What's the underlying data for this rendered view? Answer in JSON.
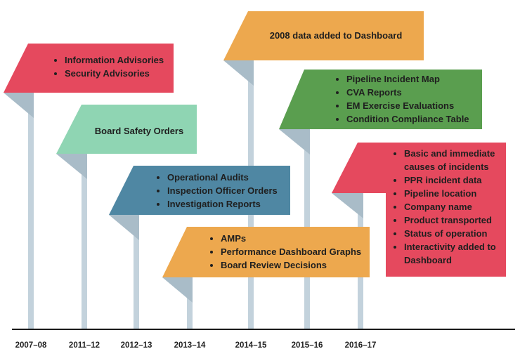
{
  "colors": {
    "pole": "#c3d2dc",
    "pole_shadow": "#a9bcc8",
    "baseline": "#1a1a1a",
    "red": "#e5495e",
    "mint": "#8fd5b3",
    "steel_blue": "#4f87a3",
    "orange": "#eda84e",
    "green": "#5a9e4f"
  },
  "timeline": {
    "years": [
      "2007–08",
      "2011–12",
      "2012–13",
      "2013–14",
      "2014–15",
      "2015–16",
      "2016–17"
    ]
  },
  "flags": [
    {
      "year": "2007–08",
      "color": "red",
      "items": [
        "Information Advisories",
        "Security Advisories"
      ]
    },
    {
      "year": "2011–12",
      "color": "mint",
      "single": "Board Safety Orders"
    },
    {
      "year": "2012–13",
      "color": "steel_blue",
      "items": [
        "Operational Audits",
        "Inspection Officer Orders",
        "Investigation Reports"
      ]
    },
    {
      "year": "2013–14",
      "color": "orange",
      "items": [
        "AMPs",
        "Performance Dashboard Graphs",
        "Board Review Decisions"
      ]
    },
    {
      "year": "2014–15",
      "color": "orange",
      "single": "2008 data added to Dashboard"
    },
    {
      "year": "2015–16",
      "color": "green",
      "items": [
        "Pipeline Incident Map",
        "CVA Reports",
        "EM Exercise Evaluations",
        "Condition Compliance Table"
      ]
    },
    {
      "year": "2016–17",
      "color": "red",
      "items": [
        "Basic and immediate causes of incidents",
        "PPR incident data",
        "Pipeline location",
        "Company name",
        "Product transported",
        "Status of operation",
        "Interactivity added to Dashboard"
      ]
    }
  ]
}
